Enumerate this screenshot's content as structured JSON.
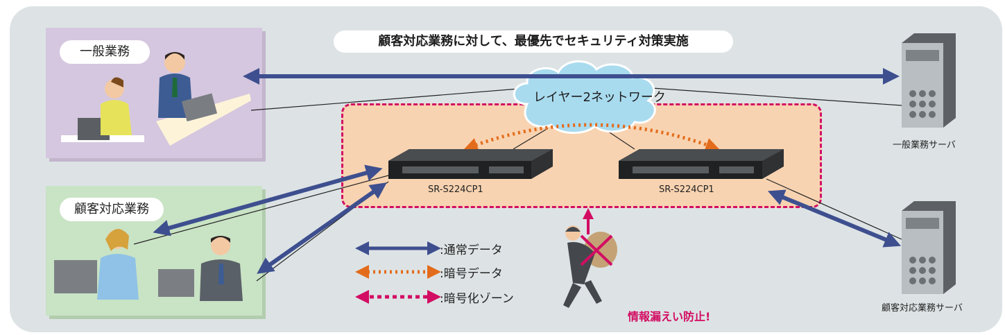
{
  "title": "顧客対応業務に対して、最優先でセキュリティ対策実施",
  "general_panel": {
    "label": "一般業務"
  },
  "customer_panel": {
    "label": "顧客対応業務"
  },
  "network": {
    "label": "レイヤー2ネットワーク"
  },
  "switches": [
    {
      "label": "SR-S224CP1"
    },
    {
      "label": "SR-S224CP1"
    }
  ],
  "servers": [
    {
      "label": "一般業務サーバ"
    },
    {
      "label": "顧客対応業務サーバ"
    }
  ],
  "legend": [
    {
      "label": ":通常データ",
      "color": "#3e4f8f",
      "style": "solid"
    },
    {
      "label": ":暗号データ",
      "color": "#e36c1c",
      "style": "dotted"
    },
    {
      "label": ":暗号化ゾーン",
      "color": "#d20d63",
      "style": "dashed"
    }
  ],
  "warning": "情報漏えい防止!",
  "colors": {
    "normal_data": "#3e4f8f",
    "encrypted_data": "#e36c1c",
    "zone": "#d20d63",
    "cloud": "#a9dbef"
  }
}
